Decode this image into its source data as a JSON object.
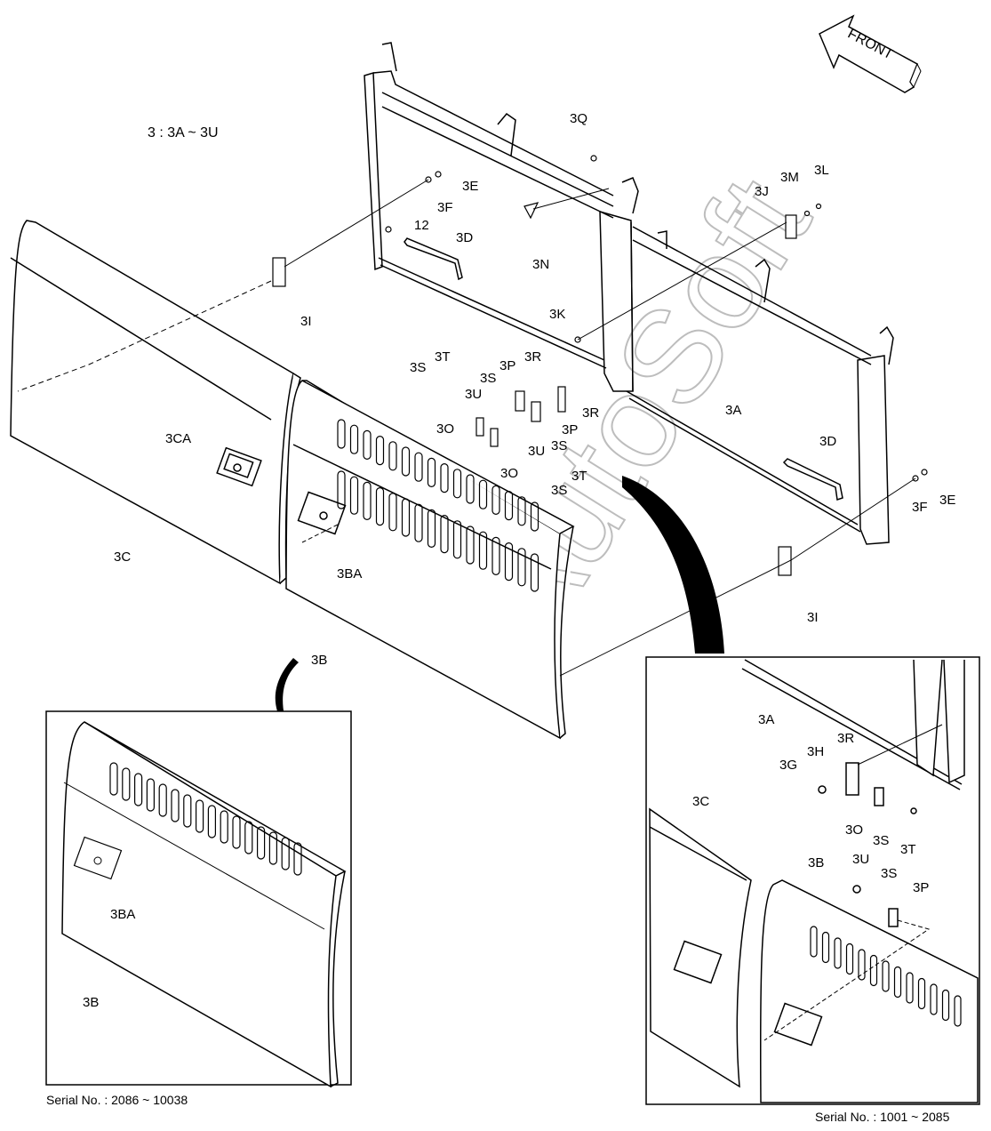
{
  "range_note": "3 : 3A ~ 3U",
  "front_label": "FRONT",
  "watermark": "AutoSoft",
  "serial_left": "Serial No. : 2086 ~ 10038",
  "serial_right": "Serial No. : 1001 ~ 2085",
  "labels": {
    "3Q": "3Q",
    "3E_top": "3E",
    "3F_top": "3F",
    "p12": "12",
    "3D_left": "3D",
    "3M": "3M",
    "3L": "3L",
    "3J": "3J",
    "3N": "3N",
    "3I_top": "3I",
    "3K": "3K",
    "3T_a": "3T",
    "3S_a": "3S",
    "3P_a": "3P",
    "3R_a": "3R",
    "3S_b": "3S",
    "3U_a": "3U",
    "3R_b": "3R",
    "3P_b": "3P",
    "3O_a": "3O",
    "3S_c": "3S",
    "3U_b": "3U",
    "3O_b": "3O",
    "3T_b": "3T",
    "3S_d": "3S",
    "3A": "3A",
    "3CA": "3CA",
    "3D_right": "3D",
    "3F_bot": "3F",
    "3E_bot": "3E",
    "3C": "3C",
    "3BA": "3BA",
    "3I_bot": "3I",
    "3B": "3B",
    "inset_left_3BA": "3BA",
    "inset_left_3B": "3B",
    "inset_right_3A": "3A",
    "inset_right_3R": "3R",
    "inset_right_3H": "3H",
    "inset_right_3G": "3G",
    "inset_right_3C": "3C",
    "inset_right_3O": "3O",
    "inset_right_3S": "3S",
    "inset_right_3T": "3T",
    "inset_right_3U": "3U",
    "inset_right_3S2": "3S",
    "inset_right_3B": "3B",
    "inset_right_3P": "3P"
  }
}
